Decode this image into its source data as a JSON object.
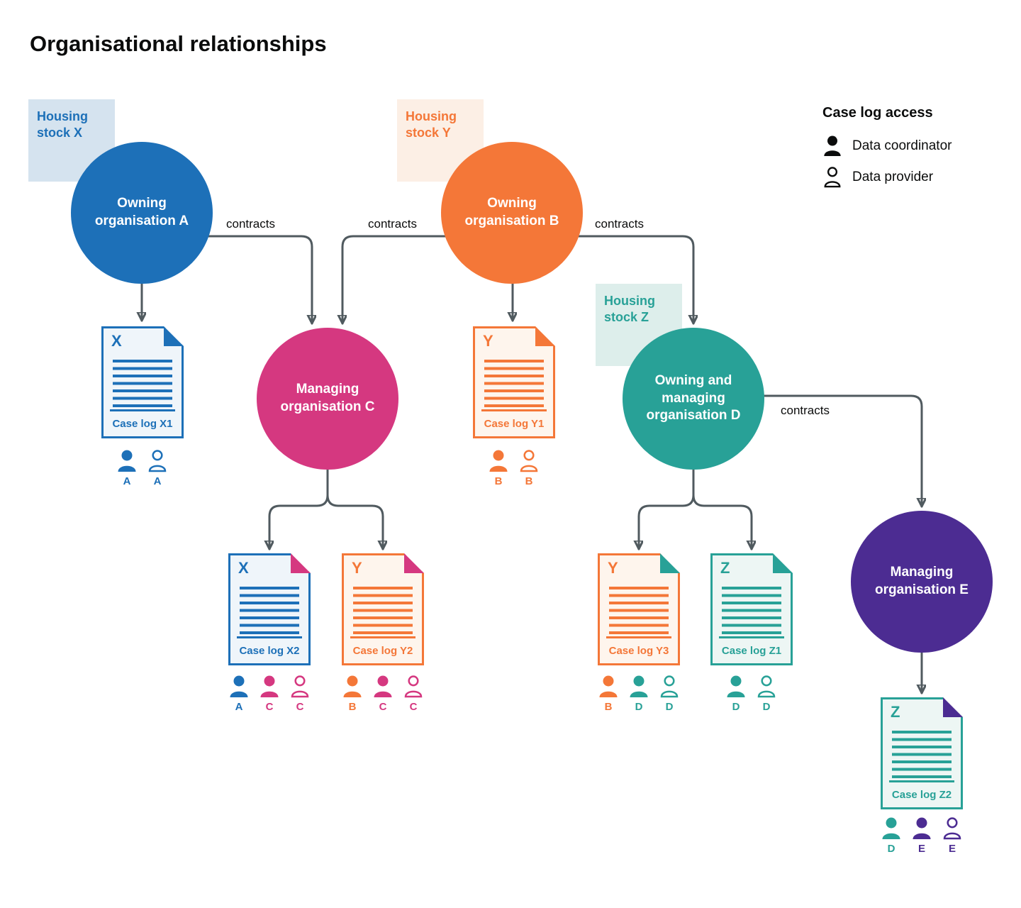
{
  "title": "Organisational relationships",
  "legend": {
    "title": "Case log access",
    "items": [
      {
        "icon": "person-filled-icon",
        "label": "Data coordinator"
      },
      {
        "icon": "person-outline-icon",
        "label": "Data provider"
      }
    ]
  },
  "contracts_label": "contracts",
  "connector_color": "#505a5f",
  "housing_stocks": [
    {
      "id": "X",
      "label": "Housing stock X",
      "color": "#1d70b8",
      "background": "#d5e3ef"
    },
    {
      "id": "Y",
      "label": "Housing stock Y",
      "color": "#f47738",
      "background": "#fcefe5"
    },
    {
      "id": "Z",
      "label": "Housing stock Z",
      "color": "#28a197",
      "background": "#ddeeeb"
    }
  ],
  "organisations": [
    {
      "id": "A",
      "label": "Owning organisation A",
      "color": "#1d70b8"
    },
    {
      "id": "B",
      "label": "Owning organisation B",
      "color": "#f47738"
    },
    {
      "id": "C",
      "label": "Managing organisation C",
      "color": "#d53880"
    },
    {
      "id": "D",
      "label": "Owning and managing organisation D",
      "color": "#28a197"
    },
    {
      "id": "E",
      "label": "Managing organisation E",
      "color": "#4c2c92"
    }
  ],
  "case_logs": [
    {
      "letter": "X",
      "label": "Case log X1",
      "color": "#1d70b8",
      "fold_color": "#1d70b8",
      "access": [
        {
          "role": "data coordinator",
          "letter": "A",
          "color": "#1d70b8"
        },
        {
          "role": "data provider",
          "letter": "A",
          "color": "#1d70b8"
        }
      ]
    },
    {
      "letter": "Y",
      "label": "Case log Y1",
      "color": "#f47738",
      "fold_color": "#f47738",
      "access": [
        {
          "role": "data coordinator",
          "letter": "B",
          "color": "#f47738"
        },
        {
          "role": "data provider",
          "letter": "B",
          "color": "#f47738"
        }
      ]
    },
    {
      "letter": "X",
      "label": "Case log X2",
      "color": "#1d70b8",
      "fold_color": "#d53880",
      "access": [
        {
          "role": "data coordinator",
          "letter": "A",
          "color": "#1d70b8"
        },
        {
          "role": "data coordinator",
          "letter": "C",
          "color": "#d53880"
        },
        {
          "role": "data provider",
          "letter": "C",
          "color": "#d53880"
        }
      ]
    },
    {
      "letter": "Y",
      "label": "Case log Y2",
      "color": "#f47738",
      "fold_color": "#d53880",
      "access": [
        {
          "role": "data coordinator",
          "letter": "B",
          "color": "#f47738"
        },
        {
          "role": "data coordinator",
          "letter": "C",
          "color": "#d53880"
        },
        {
          "role": "data provider",
          "letter": "C",
          "color": "#d53880"
        }
      ]
    },
    {
      "letter": "Y",
      "label": "Case log Y3",
      "color": "#f47738",
      "fold_color": "#28a197",
      "access": [
        {
          "role": "data coordinator",
          "letter": "B",
          "color": "#f47738"
        },
        {
          "role": "data coordinator",
          "letter": "D",
          "color": "#28a197"
        },
        {
          "role": "data provider",
          "letter": "D",
          "color": "#28a197"
        }
      ]
    },
    {
      "letter": "Z",
      "label": "Case log Z1",
      "color": "#28a197",
      "fold_color": "#28a197",
      "access": [
        {
          "role": "data coordinator",
          "letter": "D",
          "color": "#28a197"
        },
        {
          "role": "data provider",
          "letter": "D",
          "color": "#28a197"
        }
      ]
    },
    {
      "letter": "Z",
      "label": "Case log Z2",
      "color": "#28a197",
      "fold_color": "#4c2c92",
      "access": [
        {
          "role": "data coordinator",
          "letter": "D",
          "color": "#28a197"
        },
        {
          "role": "data coordinator",
          "letter": "E",
          "color": "#4c2c92"
        },
        {
          "role": "data provider",
          "letter": "E",
          "color": "#4c2c92"
        }
      ]
    }
  ]
}
